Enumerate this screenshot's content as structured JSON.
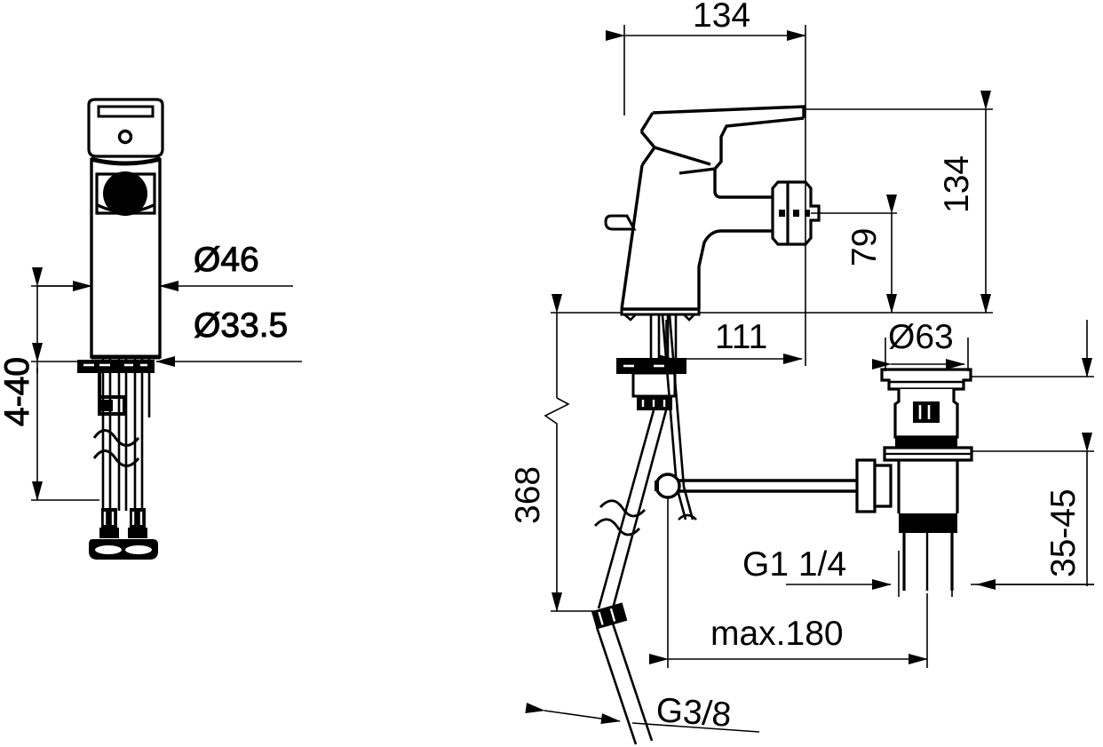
{
  "drawing": {
    "type": "technical-dimension-drawing",
    "subject": "Single-lever bidet mixer tap with pop-up waste",
    "units": "mm",
    "line_color": "#000000",
    "background_color": "#ffffff",
    "views": [
      {
        "id": "front-view",
        "name": "Front elevation (left)"
      },
      {
        "id": "side-view",
        "name": "Side elevation (right)"
      },
      {
        "id": "waste-view",
        "name": "Pop-up waste assembly (right)"
      }
    ]
  },
  "dimensions": {
    "d46": {
      "value": "Ø46",
      "label": "outer rosette diameter",
      "orientation": "horizontal"
    },
    "d335": {
      "value": "Ø33.5",
      "label": "shank diameter",
      "orientation": "horizontal"
    },
    "range440": {
      "value": "4-40",
      "label": "basin thickness range",
      "orientation": "vertical"
    },
    "w134": {
      "value": "134",
      "label": "overall projection",
      "orientation": "horizontal"
    },
    "h134": {
      "value": "134",
      "label": "overall height",
      "orientation": "vertical"
    },
    "h79": {
      "value": "79",
      "label": "spout outlet height",
      "orientation": "vertical"
    },
    "w111": {
      "value": "111",
      "label": "spout reach",
      "orientation": "horizontal"
    },
    "h368": {
      "value": "368",
      "label": "hose length",
      "orientation": "vertical"
    },
    "d63": {
      "value": "Ø63",
      "label": "waste flange diameter",
      "orientation": "horizontal"
    },
    "range3545": {
      "value": "35-45",
      "label": "waste basin thickness",
      "orientation": "vertical"
    },
    "g114": {
      "value": "G1 1/4",
      "label": "waste outlet thread",
      "orientation": "horizontal"
    },
    "max180": {
      "value": "max.180",
      "label": "max. rod distance",
      "orientation": "horizontal"
    },
    "g38": {
      "value": "G3/8",
      "label": "supply hose thread",
      "orientation": "inclined"
    }
  }
}
